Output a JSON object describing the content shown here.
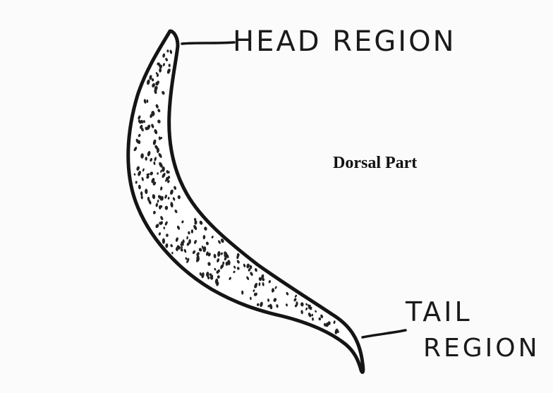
{
  "labels": {
    "head": "HEAD REGION",
    "tail_line1": "TAIL",
    "tail_line2": "REGION",
    "view": "Dorsal Part"
  },
  "colors": {
    "background": "#fbfbfb",
    "ink": "#151515"
  }
}
